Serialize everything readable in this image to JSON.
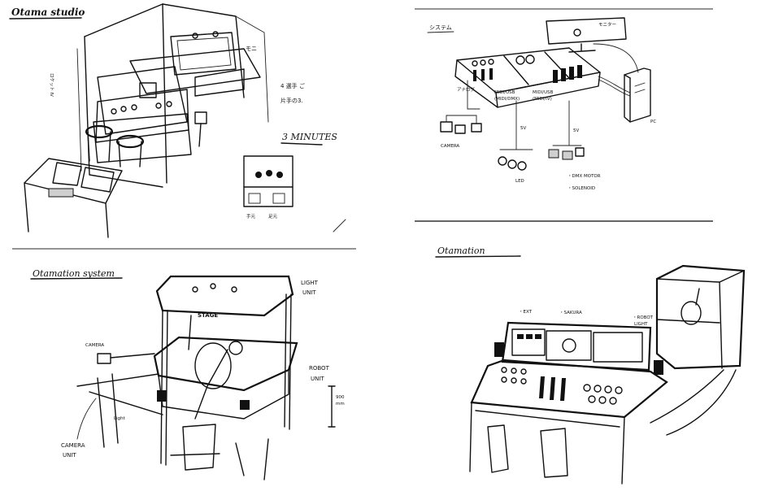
{
  "panels": {
    "top_left": {
      "title": "Otama studio",
      "side_label": "ロケット Ⅳ",
      "note_top_right": "モニ",
      "note_mid_1": "4 選手 ご",
      "note_mid_2": "片手の3.",
      "note_minutes": "3 MINUTES",
      "note_bottom_1": "手元",
      "note_bottom_2": "足元"
    },
    "top_right": {
      "title": "システム",
      "labels": {
        "monitor": "モニター",
        "console_left": "アナログ",
        "mid_1": "MIDI/USB",
        "mid_1_sub": "(MIDI/DMX)",
        "mid_2": "MIDI/USB",
        "mid_2_sub": "(MIDI/IV)",
        "pc": "PC",
        "camera": "CAMERA",
        "v5_1": "5V",
        "v5_2": "5V",
        "led": "LED",
        "motor": "・DMX MOTOR",
        "solenoid": "・SOLENOID"
      }
    },
    "bottom_left": {
      "title": "Otamation system",
      "labels": {
        "light_unit_1": "LIGHT",
        "light_unit_2": "UNIT",
        "stage": "STAGE",
        "camera": "CAMERA",
        "robot_unit_1": "ROBOT",
        "robot_unit_2": "UNIT",
        "height_1": "900",
        "height_2": "mm",
        "light": "Light",
        "camera_unit_1": "CAMERA",
        "camera_unit_2": "UNIT"
      }
    },
    "bottom_right": {
      "title": "Otamation",
      "labels": {
        "ext": "・EXT",
        "sakura": "・SAKURA",
        "robot_light_1": "・ROBOT",
        "robot_light_2": "LIGHT"
      }
    }
  }
}
